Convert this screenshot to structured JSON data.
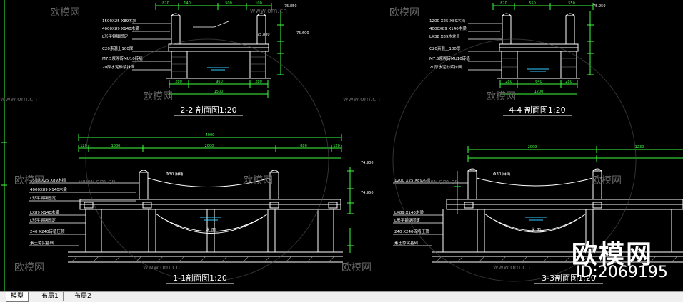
{
  "app": {
    "title": "CAD drawing viewer"
  },
  "colors": {
    "background": "#000000",
    "line": "#ffffff",
    "dimension": "#3cff3c",
    "annotation": "#ffffff",
    "tag_text": "#ffff66",
    "tabbar": "#f0f0f0"
  },
  "drawings": [
    {
      "id": "s22",
      "title": "2-2 剖面图1:20"
    },
    {
      "id": "s44",
      "title": "4-4 剖面图1:20"
    },
    {
      "id": "s11",
      "title": "1-1剖面图1:20"
    },
    {
      "id": "s33",
      "title": "3-3剖面图1:20"
    }
  ],
  "labels": {
    "s22": [
      "1500X25 X89木挡",
      "4000X89 X140木梁",
      "L形平钢钢固定",
      "C20素混土100厚",
      "M7.5浆砌砖MU10砖墙",
      "20厚水泥砂浆抹面"
    ],
    "s44": [
      "1200 X25 X89木挡",
      "4000X89 X140木梁",
      "LX38 X89木龙骨",
      "C20素混土100厚",
      "M7.5浆砌砖MU10砖墙",
      "20厚水泥砂浆抹面"
    ],
    "s11": [
      "1500 X25 X89木挡",
      "4000X89 X140木梁",
      "L形平钢钢固定",
      "LX89 X140木梁",
      "L形平钢钢固定",
      "240 X240砖墙压顶",
      "素土夯实基础"
    ],
    "s33": [
      "1200 X25 X89木挡",
      "LX89 X140木梁",
      "L形平钢钢固定",
      "240 X240砖墙压顶",
      "素土夯实基础"
    ]
  },
  "dimensions": {
    "s22_top": [
      "820",
      "140",
      "500",
      "100"
    ],
    "s22_bottom": [
      "280",
      "960",
      "280"
    ],
    "s22_mid": "1500",
    "s44_top": [
      "820",
      "550",
      "550"
    ],
    "s44_bottom": [
      "280",
      "640",
      "280"
    ],
    "s44_mid": "1200",
    "s11_total": "4000",
    "s11_parts": [
      "120",
      "1880",
      "2000",
      "880",
      "120"
    ],
    "s33_parts": [
      "2000",
      "1230"
    ],
    "elevations": [
      "75.850",
      "75.800",
      "75.600",
      "75.250",
      "74.900",
      "74.950"
    ]
  },
  "water_label": "水 面",
  "rope_label": "Φ30 麻绳",
  "watermarks": {
    "site": "www.om.cn",
    "brand": "欧模网",
    "big_brand": "欧模网",
    "id_text": "ID:2069195"
  },
  "tabs": [
    {
      "label": "模型",
      "active": true
    },
    {
      "label": "布局1",
      "active": false
    },
    {
      "label": "布局2",
      "active": false
    }
  ]
}
